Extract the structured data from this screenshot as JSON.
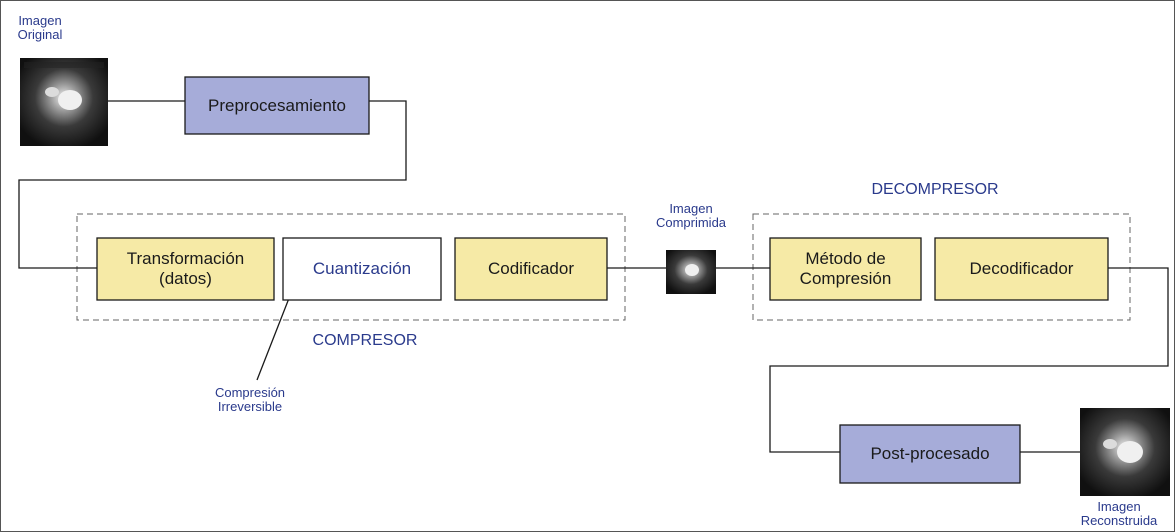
{
  "labels": {
    "original_top": "Imagen",
    "original_bottom": "Original",
    "compressed_top": "Imagen",
    "compressed_bottom": "Comprimida",
    "reconstructed_top": "Imagen",
    "reconstructed_bottom": "Reconstruida",
    "compressor": "COMPRESOR",
    "decompressor": "DECOMPRESOR",
    "irreversible_top": "Compresión",
    "irreversible_bottom": "Irreversible"
  },
  "boxes": {
    "preprocessing": "Preprocesamiento",
    "transform_top": "Transformación",
    "transform_bottom": "(datos)",
    "quantization": "Cuantización",
    "encoder": "Codificador",
    "method_top": "Método de",
    "method_bottom": "Compresión",
    "decoder": "Decodificador",
    "postprocessing": "Post-procesado"
  },
  "colors": {
    "blue_box": "#a6acd9",
    "yellow_box": "#f6eaa6",
    "label_text": "#2a3a8c"
  }
}
